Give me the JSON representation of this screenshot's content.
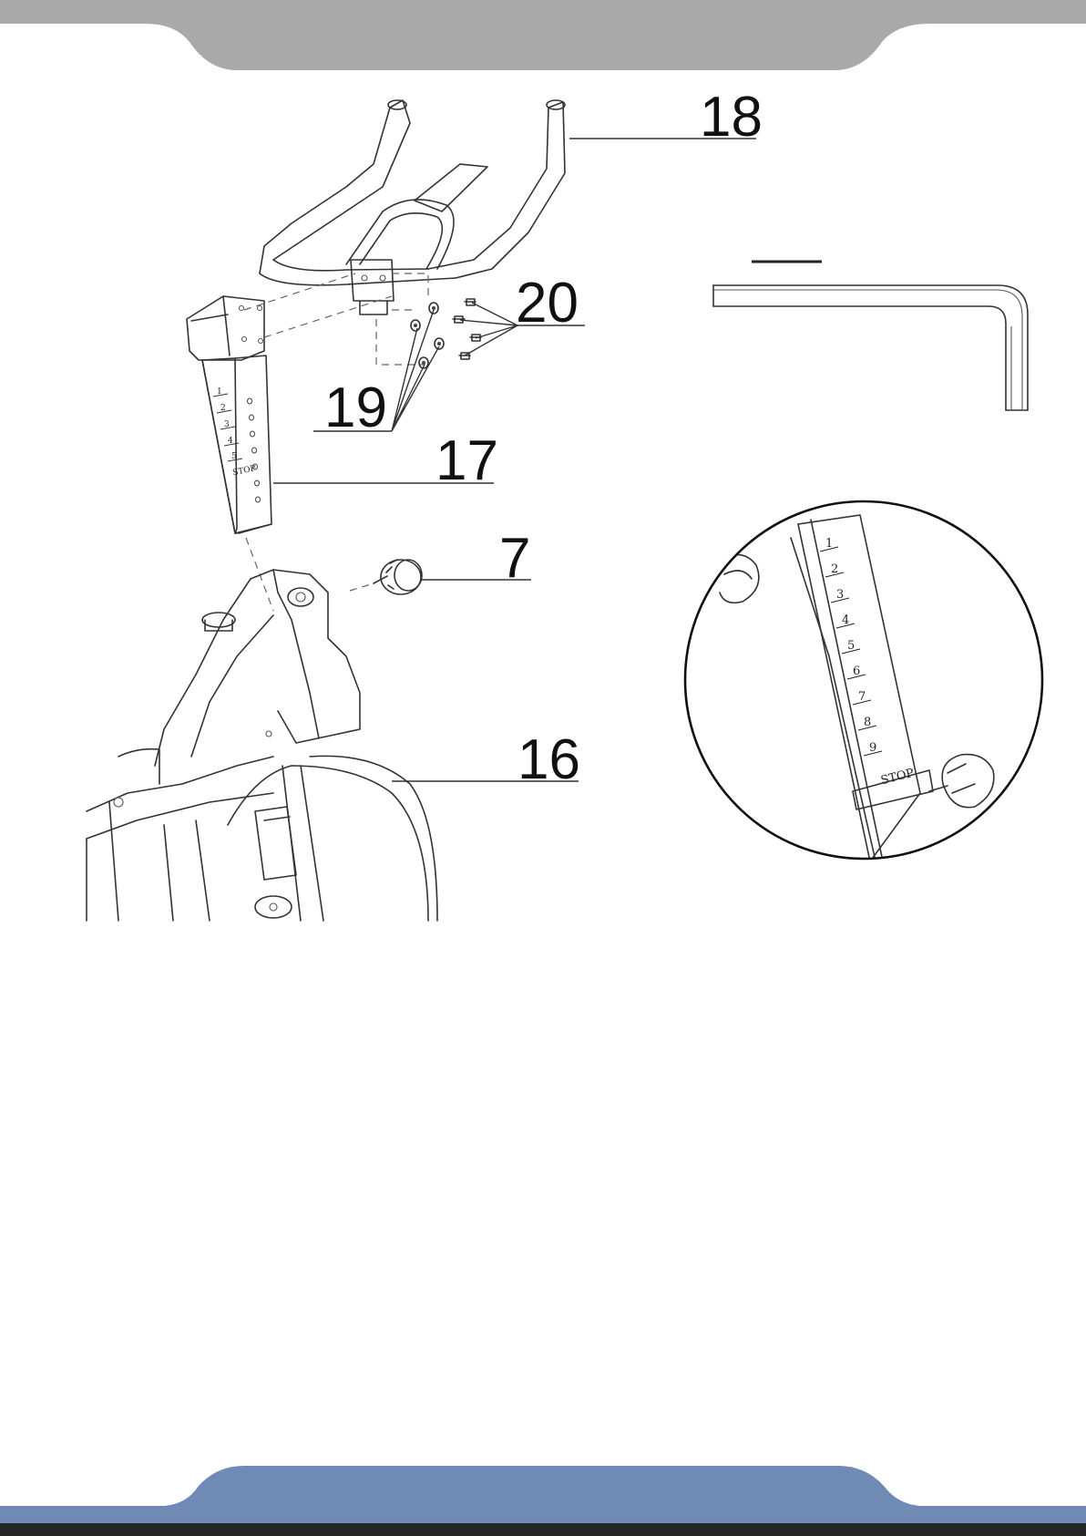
{
  "callouts": {
    "part_18": "18",
    "part_20": "20",
    "part_19": "19",
    "part_17": "17",
    "part_7": "7",
    "part_16": "16"
  },
  "post_scale": [
    "1",
    "2",
    "3",
    "4",
    "5",
    "STOP"
  ],
  "zoom_scale": [
    "1",
    "2",
    "3",
    "4",
    "5",
    "6",
    "7",
    "8",
    "9",
    "STOP"
  ],
  "colors": {
    "header_band": "#a9a9a9",
    "footer_band": "#6f8ab5",
    "footer_bottom_line": "#262626"
  },
  "icons": {
    "allen_key": "allen-key-icon"
  }
}
